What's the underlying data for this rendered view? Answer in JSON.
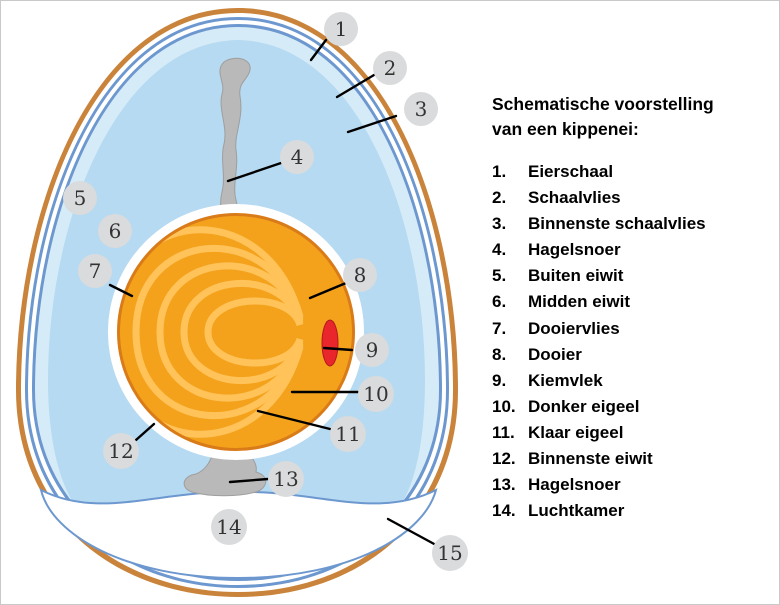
{
  "legend": {
    "title_line1": "Schematische voorstelling",
    "title_line2": "van een kippenei:",
    "items": [
      {
        "number": "1.",
        "label": "Eierschaal"
      },
      {
        "number": "2.",
        "label": "Schaalvlies"
      },
      {
        "number": "3.",
        "label": "Binnenste schaalvlies"
      },
      {
        "number": "4.",
        "label": "Hagelsnoer"
      },
      {
        "number": "5.",
        "label": "Buiten eiwit"
      },
      {
        "number": "6.",
        "label": "Midden eiwit"
      },
      {
        "number": "7.",
        "label": "Dooiervlies"
      },
      {
        "number": "8.",
        "label": "Dooier"
      },
      {
        "number": "9.",
        "label": "Kiemvlek"
      },
      {
        "number": "10.",
        "label": "Donker eigeel"
      },
      {
        "number": "11.",
        "label": "Klaar eigeel"
      },
      {
        "number": "12.",
        "label": "Binnenste eiwit"
      },
      {
        "number": "13.",
        "label": "Hagelsnoer"
      },
      {
        "number": "14.",
        "label": "Luchtkamer"
      }
    ]
  },
  "callouts": [
    "1",
    "2",
    "3",
    "4",
    "5",
    "6",
    "7",
    "8",
    "9",
    "10",
    "11",
    "12",
    "13",
    "14",
    "15"
  ],
  "colors": {
    "shell": "#c9833a",
    "membrane": "#6d98cf",
    "outer_albumen": "#d6ebf8",
    "middle_albumen": "#b6daf2",
    "inner_albumen": "#ffffff",
    "yolk_dark": "#f4a21c",
    "yolk_light": "#ffc35a",
    "yolk_membrane": "#d87b18",
    "germinal_disc": "#e8262b",
    "chalaza": "#b9b9b9",
    "callout_circle": "#d9dbdc"
  }
}
